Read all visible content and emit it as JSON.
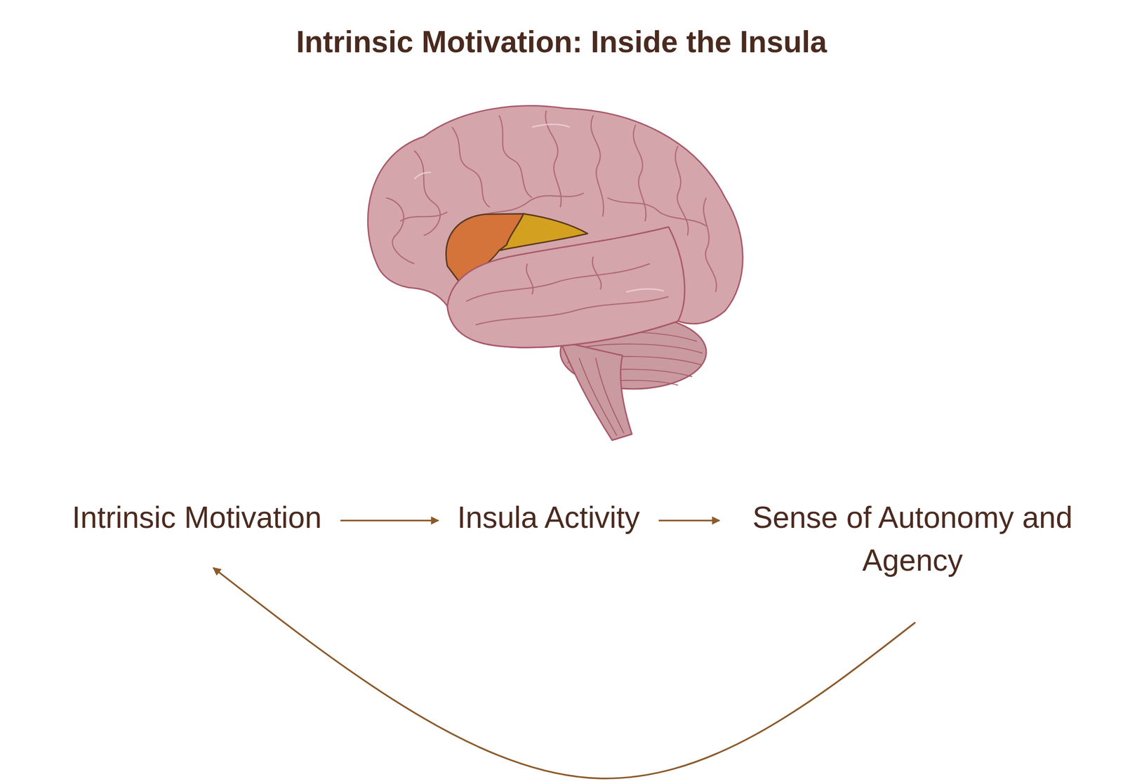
{
  "diagram": {
    "title": "Intrinsic Motivation: Inside the Insula",
    "nodes": [
      {
        "text": [
          "Intrinsic Motivation"
        ]
      },
      {
        "text": [
          "Insula Activity"
        ]
      },
      {
        "text": [
          "Sense of Autonomy and Agency"
        ]
      }
    ],
    "edges": [
      {
        "from": 0,
        "to": 1,
        "arrow": "to"
      },
      {
        "from": 1,
        "to": 2,
        "arrow": "to"
      },
      {
        "from": 2,
        "to": 0,
        "arrow": "to"
      }
    ]
  }
}
